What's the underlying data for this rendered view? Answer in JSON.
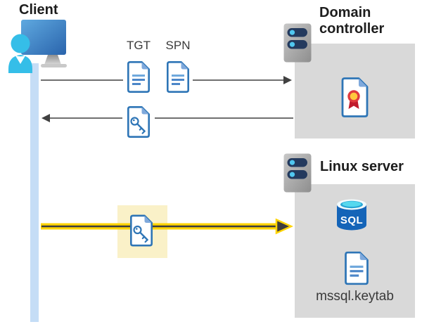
{
  "client": {
    "label": "Client"
  },
  "request_flow": {
    "tgt_label": "TGT",
    "spn_label": "SPN"
  },
  "domain_controller": {
    "label": "Domain controller"
  },
  "linux_server": {
    "label": "Linux server",
    "sql_badge": "SQL",
    "keytab_filename": "mssql.keytab"
  },
  "colors": {
    "document_outline_blue": "#2E75B6",
    "document_fold_blue": "#7FA9DC",
    "arrow_dark": "#404040",
    "arrow_yellow": "#FFD400",
    "highlight_yellow_bg": "#FAF1C8",
    "panel_gray": "#D9D9D9",
    "client_timeline_blue": "#C5DDF6",
    "sql_cylinder_blue": "#1464B8",
    "sql_cylinder_top_cyan": "#56D8EE",
    "server_pill_navy": "#243A5E",
    "server_led_cyan": "#50C7F0",
    "certificate_red": "#E03A3E",
    "certificate_gold": "#FFC83D",
    "person_cyan": "#35BEE8",
    "monitor_blue": "#2A64AC"
  },
  "icons": {
    "client-monitor-icon": "blue desktop monitor with stand",
    "client-person-icon": "cyan user silhouette",
    "server-icon": "gray server tower with two navy drive bays and cyan LEDs",
    "tgt-document-icon": "blue outlined document with text lines",
    "spn-document-icon": "blue outlined document with text lines",
    "key-document-icon": "blue outlined document with key glyph",
    "certificate-icon": "document with red and gold ribbon seal",
    "sql-database-icon": "blue database cylinder labeled SQL",
    "keytab-document-icon": "blue outlined document with text lines"
  }
}
